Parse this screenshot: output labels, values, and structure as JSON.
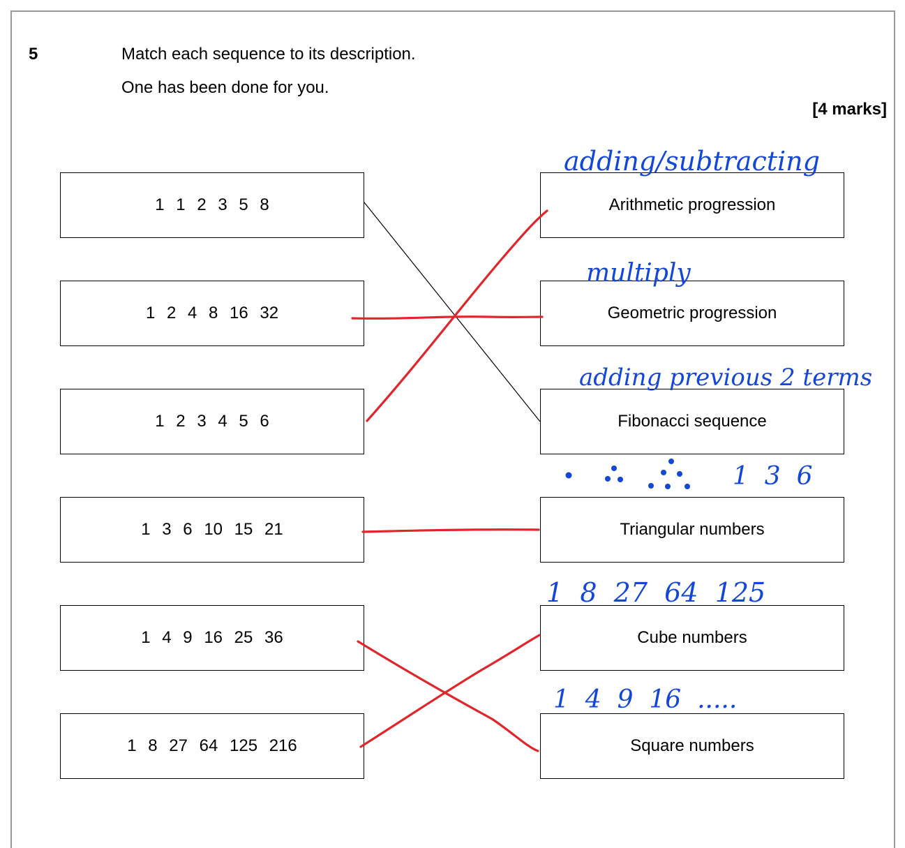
{
  "question": {
    "number": "5",
    "instruction_1": "Match each sequence to its description.",
    "instruction_2": "One has been done for you.",
    "marks": "[4 marks]"
  },
  "sequences": [
    "1  1  2  3  5  8",
    "1  2  4  8  16  32",
    "1  2  3  4  5  6",
    "1  3  6  10  15  21",
    "1  4  9  16  25  36",
    "1  8  27  64  125  216"
  ],
  "descriptions": [
    "Arithmetic progression",
    "Geometric progression",
    "Fibonacci sequence",
    "Triangular numbers",
    "Cube numbers",
    "Square numbers"
  ],
  "handwritten_notes": {
    "arithmetic": "adding/subtracting",
    "geometric": "multiply",
    "fibonacci": "adding previous 2 terms",
    "triangular": "1  3  6",
    "cube": "1  8  27  64  125",
    "square": "1  4  9  16  ....."
  },
  "colors": {
    "ink_blue": "#1446d8",
    "ink_red": "#e0262b",
    "example_line": "#000000",
    "border": "#9a9a9a"
  }
}
